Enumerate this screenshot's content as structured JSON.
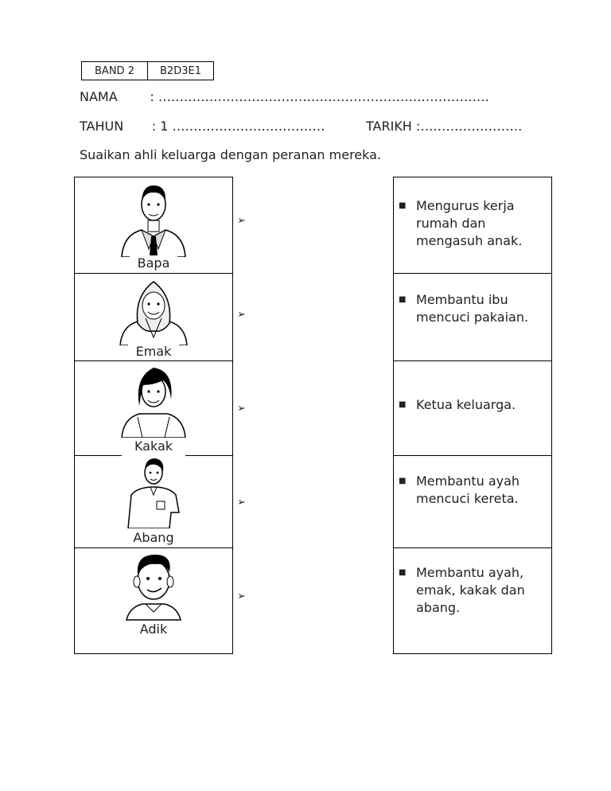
{
  "header": {
    "band_label": "BAND 2",
    "band_code": "B2D3E1",
    "nama_line": "NAMA        : ……………………………………………………………………",
    "tahun_line": "TAHUN       : 1 ………………………………",
    "tarikh_line": "TARIKH :……………………"
  },
  "instruction": "Suaikan ahli keluarga dengan peranan mereka.",
  "members": [
    {
      "name": "Bapa",
      "icon": "father-icon"
    },
    {
      "name": "Emak",
      "icon": "mother-icon"
    },
    {
      "name": "Kakak",
      "icon": "sister-icon"
    },
    {
      "name": "Abang",
      "icon": "brother-icon"
    },
    {
      "name": "Adik",
      "icon": "little-brother-icon"
    }
  ],
  "arrow_glyph": "➢",
  "bullet_glyph": "■",
  "roles": [
    {
      "text": "Mengurus kerja rumah dan mengasuh anak."
    },
    {
      "text": "Membantu ibu mencuci pakaian."
    },
    {
      "text": "Ketua keluarga."
    },
    {
      "text": "Membantu ayah mencuci kereta."
    },
    {
      "text": "Membantu ayah, emak, kakak dan abang."
    }
  ]
}
